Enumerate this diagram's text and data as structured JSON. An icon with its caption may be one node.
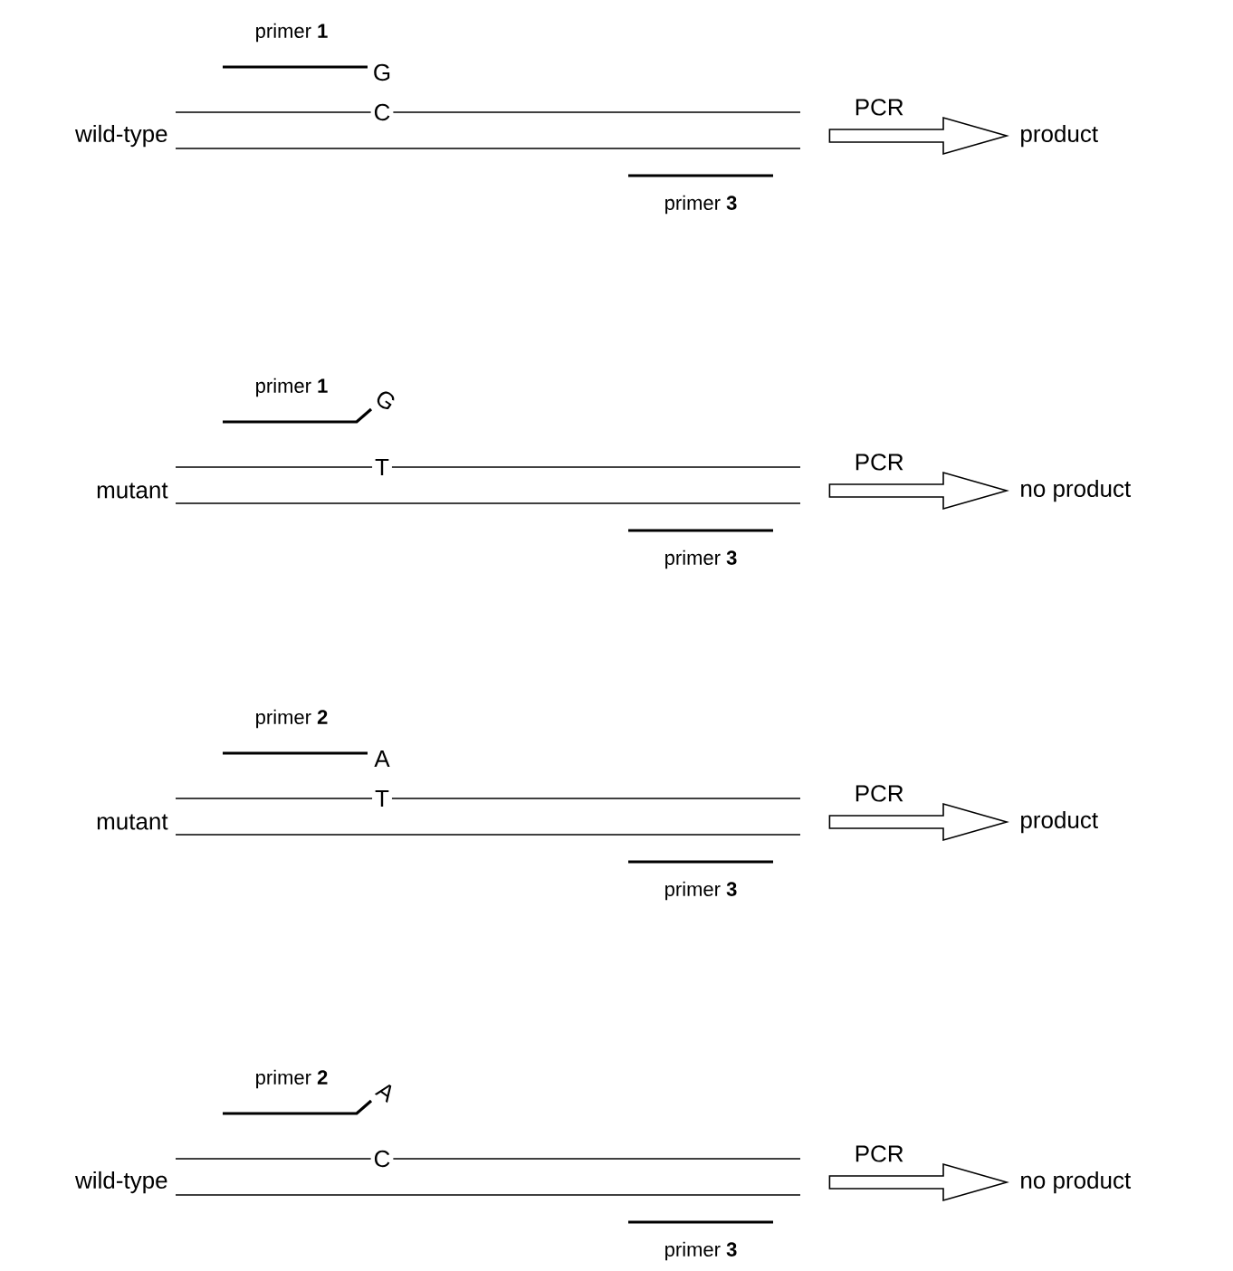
{
  "diagram": {
    "nodes": [
      {
        "text": [
          "wild-type",
          "C"
        ]
      },
      {
        "text": [
          "product"
        ]
      },
      {
        "text": [
          "mutant",
          "T"
        ]
      },
      {
        "text": [
          "no product"
        ]
      },
      {
        "text": [
          "mutant",
          "T"
        ]
      },
      {
        "text": [
          "product"
        ]
      },
      {
        "text": [
          "wild-type",
          "C"
        ]
      },
      {
        "text": [
          "no product"
        ]
      }
    ],
    "edges": [
      {
        "from": 0,
        "to": 1,
        "arrow": "to",
        "label": "PCR"
      },
      {
        "from": 2,
        "to": 3,
        "arrow": "to",
        "label": "PCR"
      },
      {
        "from": 4,
        "to": 5,
        "arrow": "to",
        "label": "PCR"
      },
      {
        "from": 6,
        "to": 7,
        "arrow": "to",
        "label": "PCR"
      }
    ],
    "labels": [
      "primer **1**",
      "G",
      "primer **3**",
      "primer **1**",
      "G",
      "primer **3**",
      "primer **2**",
      "A",
      "primer **3**",
      "primer **2**",
      "A",
      "primer **3**"
    ]
  }
}
